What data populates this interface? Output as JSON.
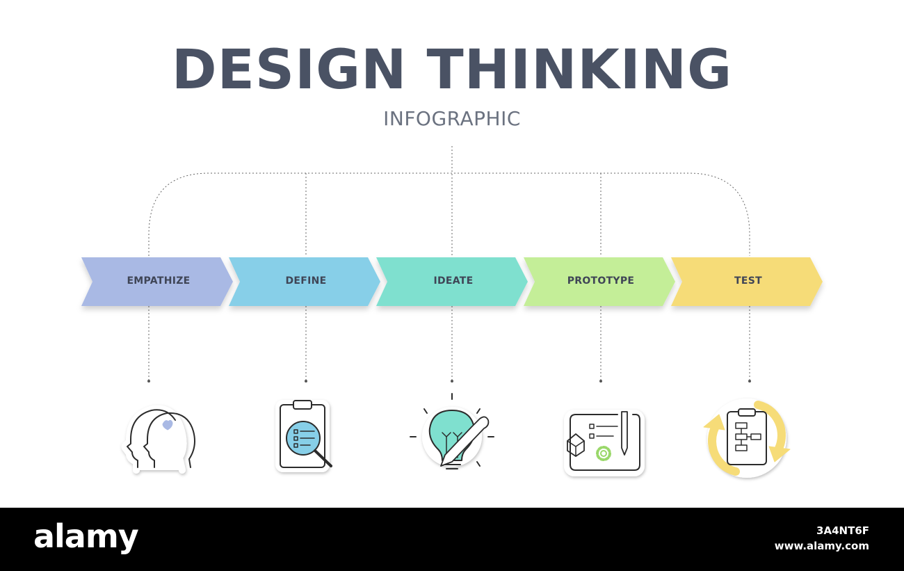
{
  "title": "DESIGN THINKING",
  "subtitle": "INFOGRAPHIC",
  "stages": [
    {
      "label": "EMPATHIZE",
      "color": "#a9b9e4",
      "icon": "two-heads-heart-icon"
    },
    {
      "label": "DEFINE",
      "color": "#87cfe8",
      "icon": "clipboard-magnifier-icon"
    },
    {
      "label": "IDEATE",
      "color": "#7fe0cf",
      "icon": "lightbulb-pencil-icon"
    },
    {
      "label": "PROTOTYPE",
      "color": "#c4ee98",
      "icon": "blueprint-gear-icon"
    },
    {
      "label": "TEST",
      "color": "#f6dc78",
      "icon": "clipboard-cycle-icon"
    }
  ],
  "colors": {
    "title": "#4a5264",
    "line": "#666666",
    "icon_stroke": "#2b2b2b"
  },
  "footer": {
    "logo": "alamy",
    "image_id": "3A4NT6F",
    "url": "www.alamy.com"
  }
}
